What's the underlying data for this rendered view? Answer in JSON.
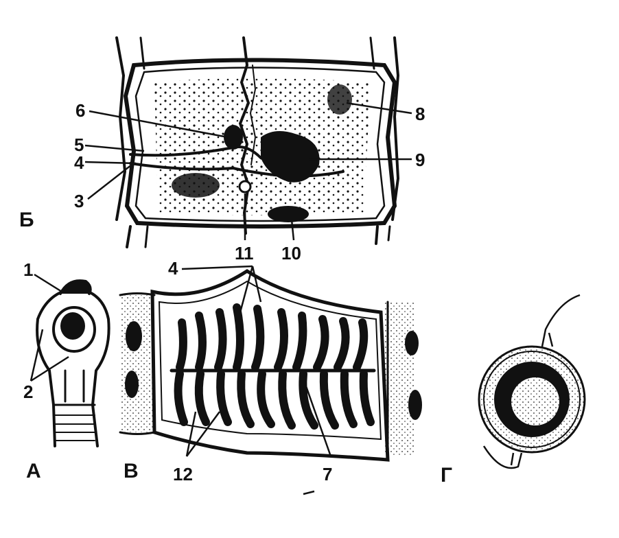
{
  "figure": {
    "panels": [
      {
        "id": "A",
        "label": "А"
      },
      {
        "id": "B",
        "label": "Б"
      },
      {
        "id": "V",
        "label": "В"
      },
      {
        "id": "G",
        "label": "Г"
      }
    ],
    "callouts": {
      "n1": "1",
      "n2": "2",
      "n3": "3",
      "n4a": "4",
      "n4b": "4",
      "n5": "5",
      "n6": "6",
      "n7": "7",
      "n8": "8",
      "n9": "9",
      "n10": "10",
      "n11": "11",
      "n12": "12"
    }
  }
}
